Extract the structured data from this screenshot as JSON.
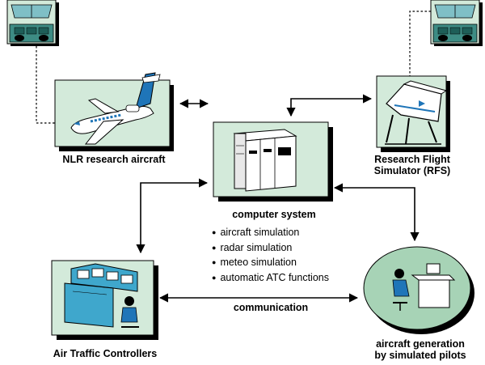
{
  "nodes": {
    "research_aircraft": {
      "label": "NLR research aircraft"
    },
    "flight_simulator": {
      "label_line1": "Research Flight",
      "label_line2": "Simulator (RFS)"
    },
    "computer_system": {
      "label": "computer system"
    },
    "atc": {
      "label": "Air Traffic Controllers"
    },
    "simulated_pilots": {
      "label_line1": "aircraft generation",
      "label_line2": "by simulated pilots"
    }
  },
  "functions": [
    "aircraft simulation",
    "radar simulation",
    "meteo simulation",
    "automatic ATC functions"
  ],
  "link_label": "communication",
  "colors": {
    "panel": "#d3eada",
    "panel_shadow": "#000000",
    "ellipse": "#a7d3b6",
    "console": "#3fa7cc",
    "cockpit": "#3d8c84",
    "arrow": "#000000"
  }
}
